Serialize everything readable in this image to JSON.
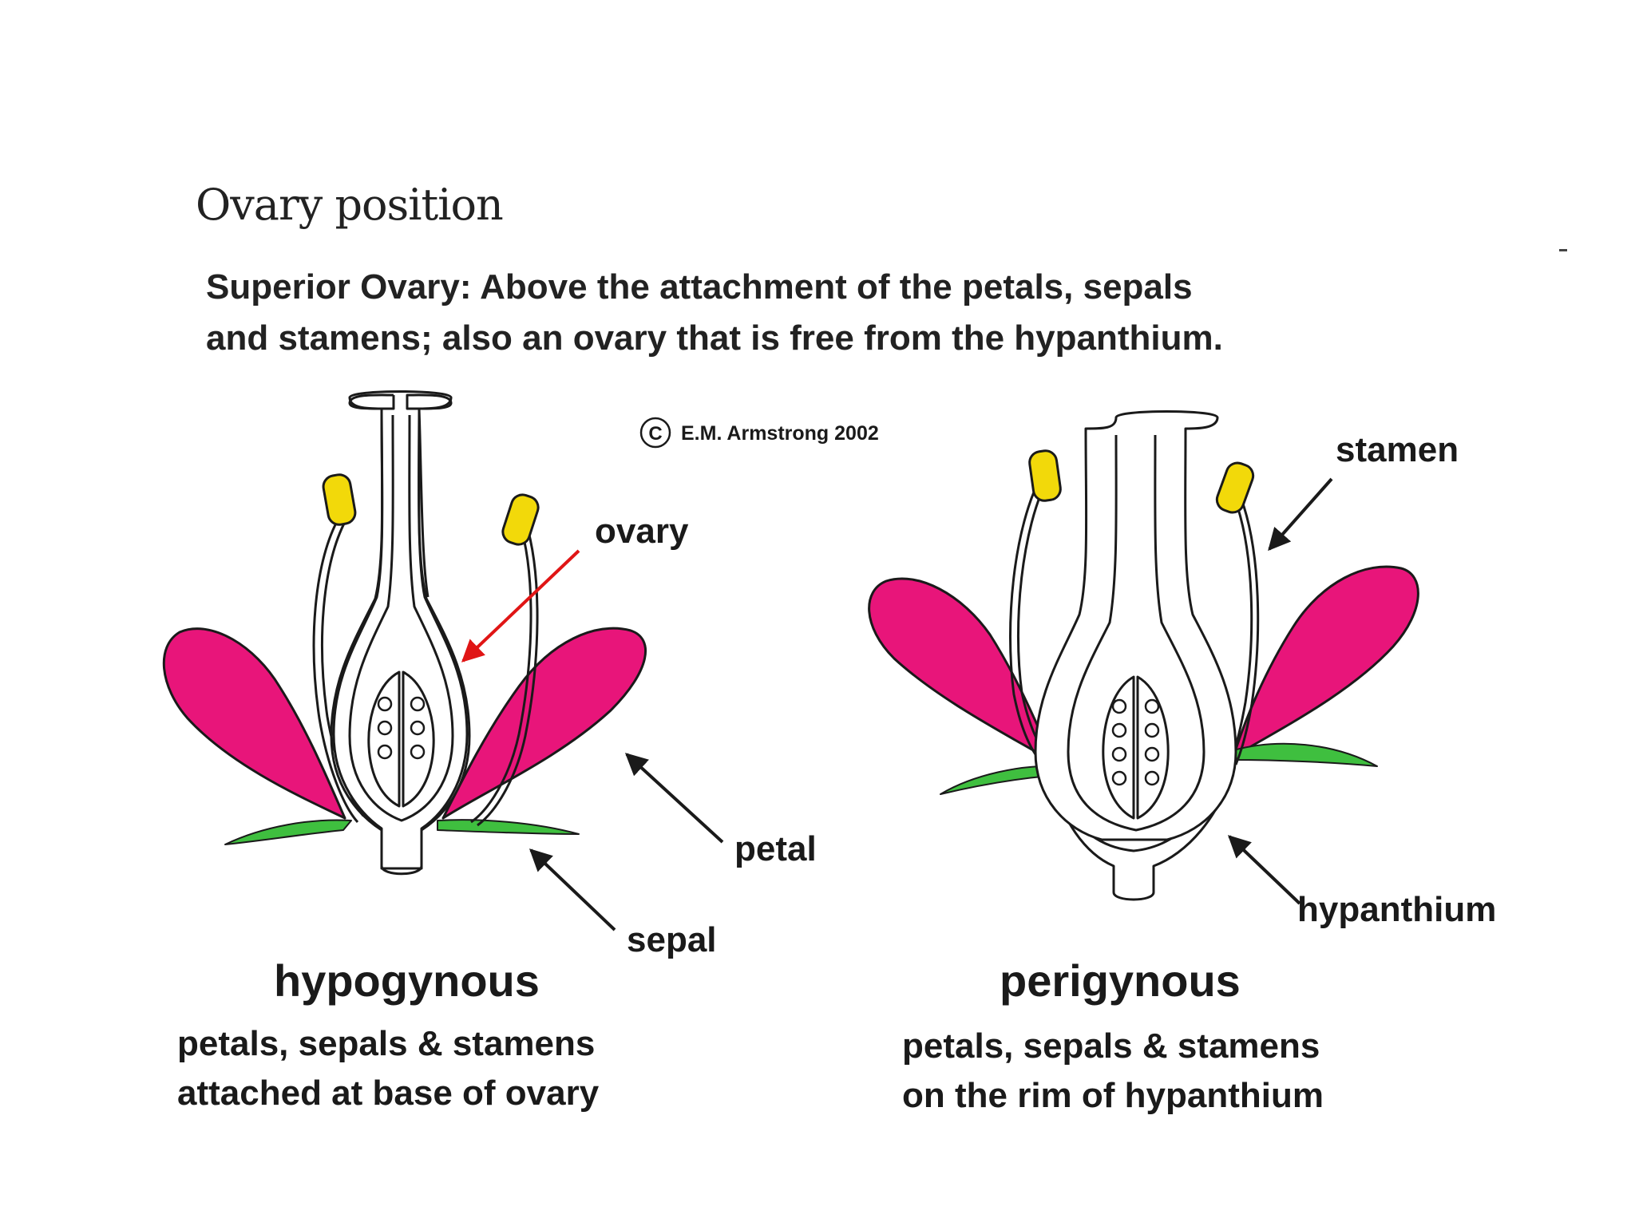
{
  "slide_title": "Ovary position",
  "intro": {
    "line1": "Superior Ovary:  Above the attachment of the petals, sepals",
    "line2": "and stamens; also an ovary that is free from the hypanthium."
  },
  "copyright": "E.M. Armstrong 2002",
  "copyright_symbol": "C",
  "labels": {
    "ovary": "ovary",
    "petal": "petal",
    "sepal": "sepal",
    "stamen": "stamen",
    "hypanthium": "hypanthium"
  },
  "left_flower": {
    "name": "hypogynous",
    "caption_line1": "petals, sepals & stamens",
    "caption_line2": "attached at base of ovary"
  },
  "right_flower": {
    "name": "perigynous",
    "caption_line1": "petals, sepals & stamens",
    "caption_line2": "on the rim of hypanthium"
  },
  "colors": {
    "petal": "#e8157a",
    "sepal": "#3fbf3f",
    "anther": "#f2d90a",
    "arrow_ovary": "#e01515",
    "outline": "#1a1a1a"
  }
}
